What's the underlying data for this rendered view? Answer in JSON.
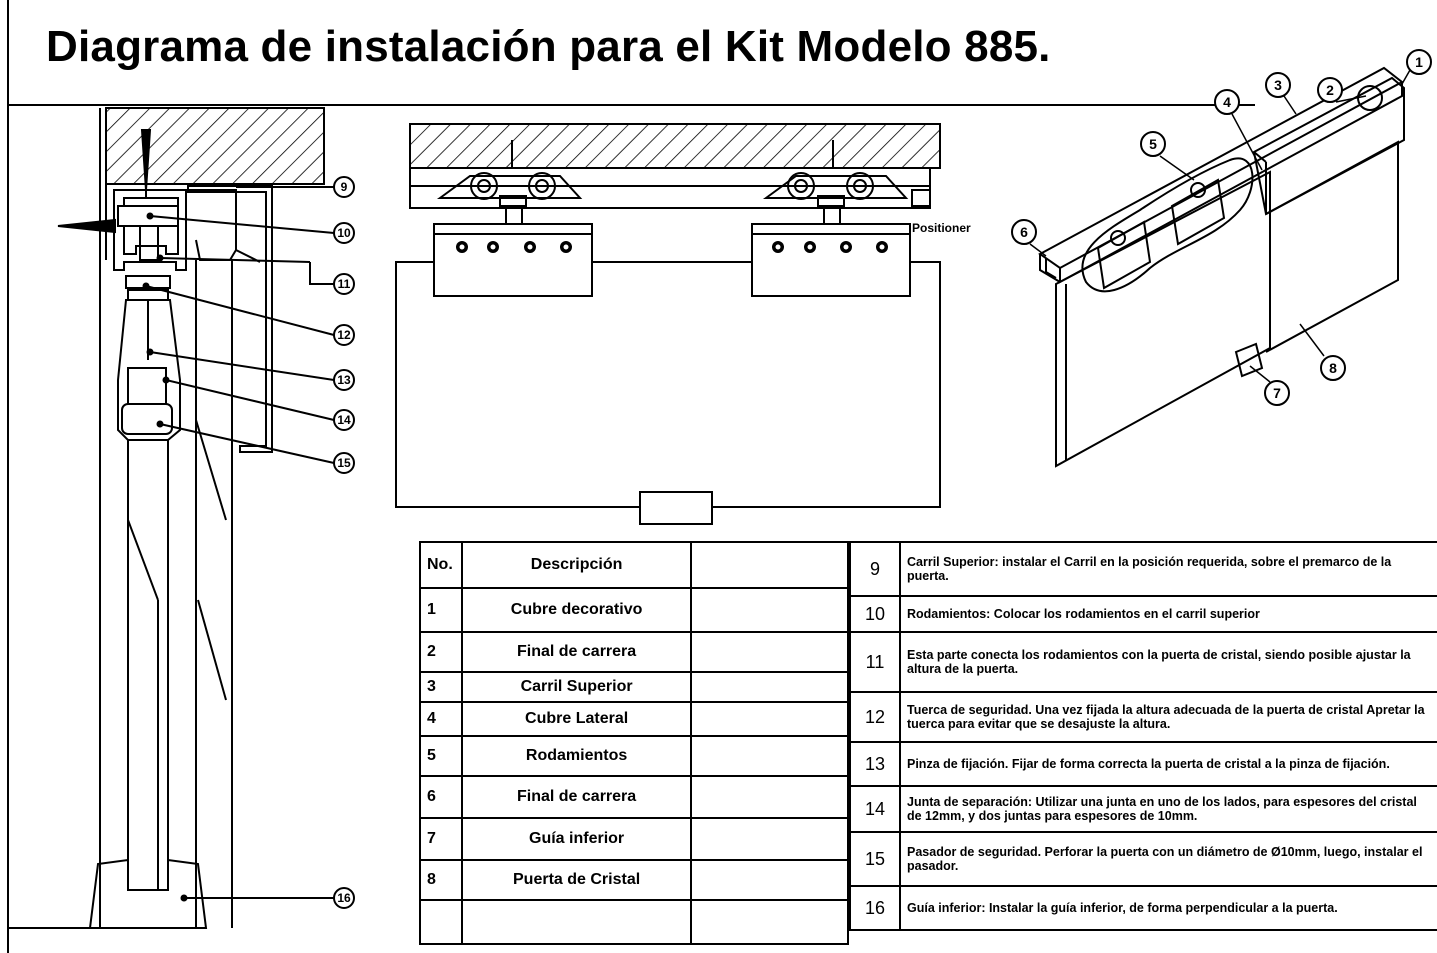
{
  "title": "Diagrama de instalación para el Kit Modelo 885.",
  "labels": {
    "positioner": "Positioner",
    "callouts": [
      "1",
      "2",
      "3",
      "4",
      "5",
      "6",
      "7",
      "8",
      "9",
      "10",
      "11",
      "12",
      "13",
      "14",
      "15",
      "16"
    ]
  },
  "parts_table": {
    "header": {
      "no": "No.",
      "description": "Descripción"
    },
    "rows": [
      {
        "no": "1",
        "description": "Cubre decorativo"
      },
      {
        "no": "2",
        "description": "Final de carrera"
      },
      {
        "no": "3",
        "description": "Carril Superior"
      },
      {
        "no": "4",
        "description": "Cubre Lateral"
      },
      {
        "no": "5",
        "description": "Rodamientos"
      },
      {
        "no": "6",
        "description": "Final de carrera"
      },
      {
        "no": "7",
        "description": "Guía inferior"
      },
      {
        "no": "8",
        "description": "Puerta de Cristal"
      }
    ]
  },
  "steps_table": [
    {
      "no": "9",
      "text": "Carril Superior: instalar el Carril en la posición requerida, sobre el premarco de la puerta."
    },
    {
      "no": "10",
      "text": "Rodamientos: Colocar los rodamientos en el carril superior"
    },
    {
      "no": "11",
      "text": "Esta parte conecta los rodamientos con la puerta de cristal, siendo posible ajustar la altura de la puerta."
    },
    {
      "no": "12",
      "text": "Tuerca de seguridad. Una vez fijada la altura adecuada de la puerta de cristal Apretar la tuerca para evitar que se desajuste la altura."
    },
    {
      "no": "13",
      "text": "Pinza de fijación. Fijar de forma correcta la puerta de cristal a la pinza de fijación."
    },
    {
      "no": "14",
      "text": "Junta de separación: Utilizar una junta en uno de los lados, para espesores del cristal de 12mm, y dos juntas para espesores de 10mm."
    },
    {
      "no": "15",
      "text": "Pasador de seguridad. Perforar la puerta con un diámetro de Ø10mm, luego, instalar el pasador."
    },
    {
      "no": "16",
      "text": "Guía inferior: Instalar la guía inferior, de forma perpendicular a la puerta."
    }
  ]
}
